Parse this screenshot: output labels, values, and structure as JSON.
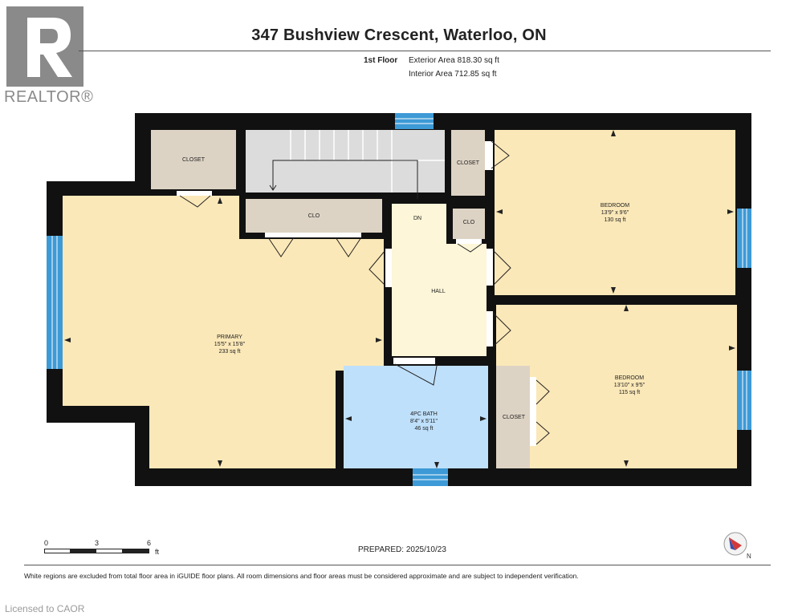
{
  "header": {
    "title": "347 Bushview Crescent, Waterloo, ON",
    "floor": "1st Floor",
    "exterior_area": "Exterior Area 818.30 sq ft",
    "interior_area": "Interior Area 712.85 sq ft"
  },
  "logo": {
    "text": "REALTOR®",
    "icon": "realtor-r-logo"
  },
  "rooms": {
    "closet_top": "CLOSET",
    "clo_top": "CLO",
    "closet_right": "CLOSET",
    "clo_small": "CLO",
    "dn": "DN",
    "hall": "HALL",
    "bedroom1": {
      "name": "BEDROOM",
      "dims": "13'9\" x 9'6\"",
      "area": "130 sq ft"
    },
    "primary": {
      "name": "PRIMARY",
      "dims": "15'5\" x 15'8\"",
      "area": "233 sq ft"
    },
    "bath": {
      "name": "4PC BATH",
      "dims": "8'4\" x 5'11\"",
      "area": "46 sq ft"
    },
    "closet_bath": "CLOSET",
    "bedroom2": {
      "name": "BEDROOM",
      "dims": "13'10\" x 9'5\"",
      "area": "115 sq ft"
    }
  },
  "scale": {
    "t0": "0",
    "t3": "3",
    "t6": "6",
    "unit": "ft"
  },
  "prepared": "PREPARED:  2025/10/23",
  "compass_icon": "north-compass-icon",
  "footer_note": "White regions are excluded from total floor area in iGUIDE floor plans. All room dimensions and floor areas must be considered approximate and are subject to independent verification.",
  "licensed": "Licensed to CAOR",
  "colors": {
    "wall": "#111111",
    "room": "#fbe8b8",
    "bath": "#bfe0fb",
    "closet": "#ddd3c4",
    "hall": "#fdf6d8",
    "stairs": "#dcdcdc",
    "window": "#3d9ad6",
    "logo": "#8a8a8a"
  }
}
